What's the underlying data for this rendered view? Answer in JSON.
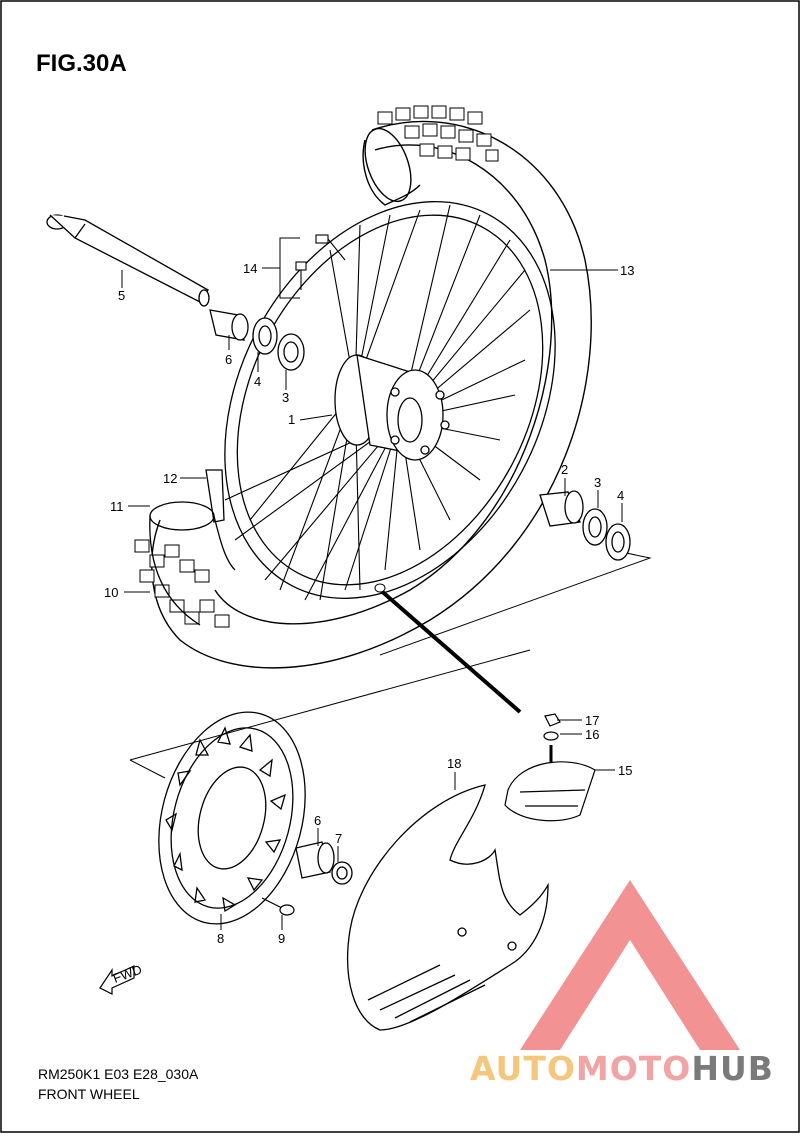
{
  "figure": {
    "title": "FIG.30A",
    "model_code": "RM250K1 E03 E28_030A",
    "section_name": "FRONT WHEEL"
  },
  "callouts": [
    "1",
    "2",
    "3",
    "3",
    "4",
    "4",
    "5",
    "6",
    "6",
    "7",
    "8",
    "9",
    "10",
    "11",
    "12",
    "13",
    "14",
    "15",
    "16",
    "17",
    "18"
  ],
  "fwd_label": "FWD",
  "watermark": {
    "part1": "AUTO",
    "part2": "MOTO",
    "part3": "HUB",
    "colors": {
      "auto": "#f5c77d",
      "moto": "#f2a3a3",
      "hub": "#7a7a7a",
      "triangle": "#f08080"
    }
  }
}
